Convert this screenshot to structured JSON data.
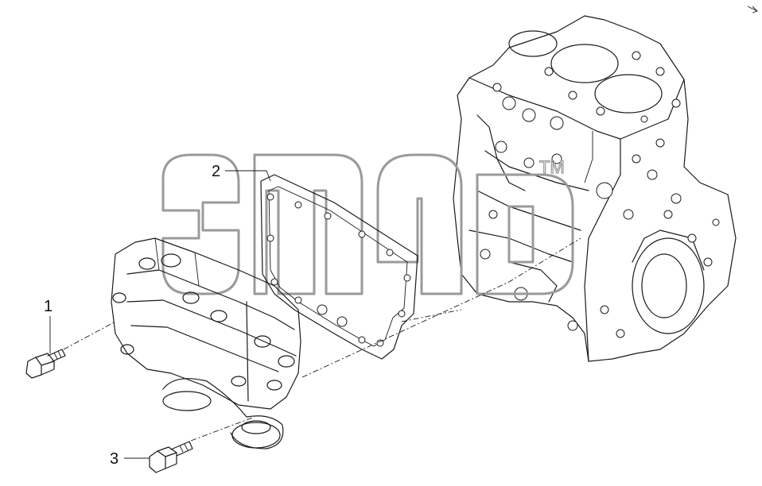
{
  "callouts": [
    {
      "id": "1",
      "label": "1"
    },
    {
      "id": "2",
      "label": "2"
    },
    {
      "id": "3",
      "label": "3"
    }
  ],
  "watermark": {
    "trademark": "TM"
  },
  "colors": {
    "line": "#1a1a1a",
    "watermark": "#9a9a9a",
    "background": "#ffffff"
  }
}
